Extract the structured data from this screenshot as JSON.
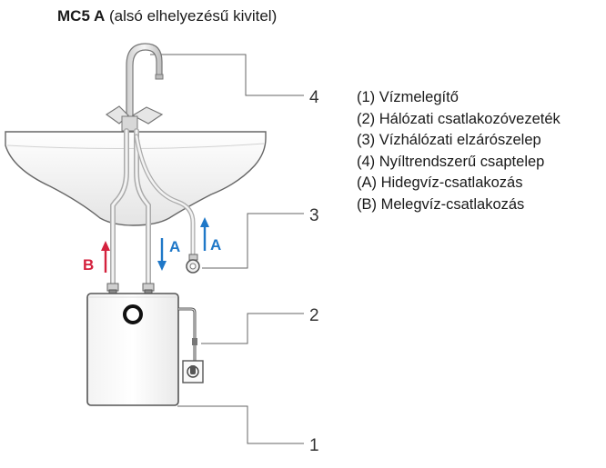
{
  "title": {
    "model": "MC5 A",
    "subtitle": "(alsó elhelyezésű kivitel)"
  },
  "callouts": {
    "c1": "1",
    "c2": "2",
    "c3": "3",
    "c4": "4"
  },
  "flow_labels": {
    "hot": "B",
    "cold_down": "A",
    "cold_up": "A"
  },
  "colors": {
    "hot_arrow": "#d4213d",
    "cold_arrow": "#1f78c8",
    "outline": "#555555",
    "leader": "#666666"
  },
  "legend": [
    "(1) Vízmelegítő",
    "(2) Hálózati csatlakozóvezeték",
    "(3) Vízhálózati elzárószelep",
    "(4) Nyíltrendszerű csaptelep",
    "(A) Hidegvíz-csatlakozás",
    "(B) Melegvíz-csatlakozás"
  ]
}
